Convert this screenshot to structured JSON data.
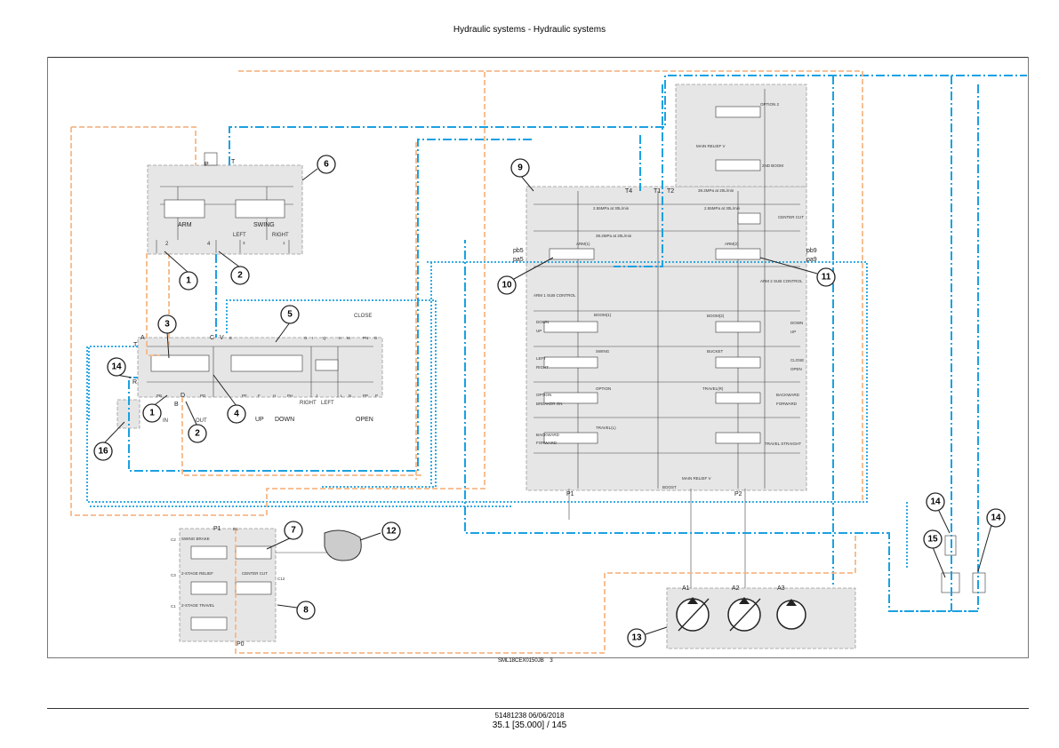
{
  "header": {
    "title": "Hydraulic systems - Hydraulic systems"
  },
  "diagram": {
    "code": "SML18CEX0150JB",
    "sheet": "3",
    "callouts": [
      "1",
      "2",
      "3",
      "4",
      "5",
      "6",
      "7",
      "8",
      "9",
      "10",
      "11",
      "12",
      "13",
      "14",
      "15",
      "16"
    ],
    "pilot_valve": {
      "p": "P",
      "t": "T",
      "arm": "ARM",
      "swing": "SWING",
      "left": "LEFT",
      "right": "RIGHT",
      "p2": "2",
      "p4": "4",
      "p3": "3",
      "p1": "1"
    },
    "control_valve": {
      "a": "A",
      "t": "T",
      "r": "R",
      "c": "C",
      "v": "V",
      "e": "E",
      "b": "B",
      "d": "D",
      "g": "G",
      "i": "I",
      "q": "Q",
      "k": "K",
      "m": "M",
      "pn": "PN",
      "dd": "D",
      "in": "IN",
      "out": "OUT",
      "up": "UP",
      "down": "DOWN",
      "right": "RIGHT",
      "left": "LEFT",
      "close": "CLOSE",
      "open": "OPEN",
      "pb": "PB",
      "pd": "PD",
      "pf": "PF",
      "f": "F",
      "h": "H",
      "ph": "PH",
      "j": "J",
      "l": "L",
      "n": "N",
      "pp": "PP",
      "p": "P"
    },
    "solenoid_block": {
      "p1": "P1",
      "d1": "D1",
      "p0": "P0",
      "c2": "C2",
      "c3": "C3",
      "c1": "C1",
      "c12": "C12",
      "swing_brake": "SWING BRAKE",
      "two_stage_relief": "2-STAGE RELIEF",
      "two_stage_travel": "2-STAGE TRAVEL",
      "center_cut": "CENTER CUT"
    },
    "main_valve": {
      "t4": "T4",
      "t1": "T1",
      "t2": "T2",
      "pb5": "pb5",
      "pa5": "pa5",
      "pb9": "pb9",
      "pa9": "pa9",
      "p1": "P1",
      "p2": "P2",
      "arm1": "ARM(1)",
      "arm2": "ARM(2)",
      "center_cut": "CENTER CUT",
      "arm1_sub": "ARM 1 SUB CONTROL",
      "arm2_sub": "ARM 2 SUB CONTROL",
      "boom1": "BOOM(1)",
      "boom2": "BOOM(2)",
      "swing": "SWING",
      "option": "OPTION",
      "travel_l": "TRAVEL(L)",
      "travel_r": "TRAVEL(R)",
      "bucket": "BUCKET",
      "second_boom": "2ND BOOM",
      "option2": "OPTION 2",
      "main_relief": "MAIN RELIEF V",
      "boost": "BOOST",
      "travel_straight": "TRAVEL STRAIGHT",
      "down": "DOWN",
      "up": "UP",
      "left": "LEFT",
      "right": "RIGHT",
      "backward": "BACKWARD",
      "forward": "FORWARD",
      "close": "CLOSE",
      "open": "OPEN",
      "breaker": "BREAKER ON",
      "relief1": "2.55MPa at 30L/min",
      "relief2": "39.2MPa at 20L/min"
    },
    "pump": {
      "a1": "A1",
      "a2": "A2",
      "a3": "A3"
    }
  },
  "footer": {
    "doc": "51481238 06/06/2018",
    "page": "35.1 [35.000] / 145"
  },
  "colors": {
    "pilot_line": "#1ba1e2",
    "drain_line": "#f6b887",
    "block": "#e6e6e6"
  }
}
